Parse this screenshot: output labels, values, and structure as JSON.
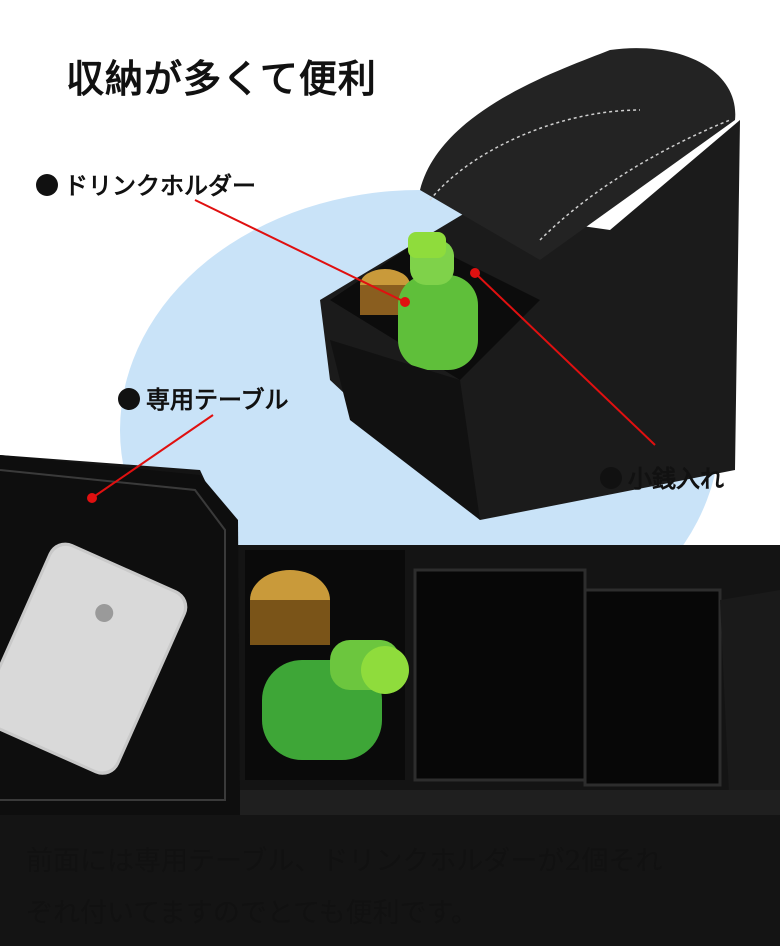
{
  "title": "収納が多くて便利",
  "callouts": {
    "drink_holder": "ドリンクホルダー",
    "table": "専用テーブル",
    "coin_tray": "小銭入れ"
  },
  "caption": {
    "line1": "前面には専用テーブル、ドリンクホルダーが2個それ",
    "line2": "ぞれ付いてますのでとても便利です。"
  },
  "colors": {
    "accent_circle": "#c9e3f8",
    "pointer": "#e01010",
    "console": "#151515"
  }
}
